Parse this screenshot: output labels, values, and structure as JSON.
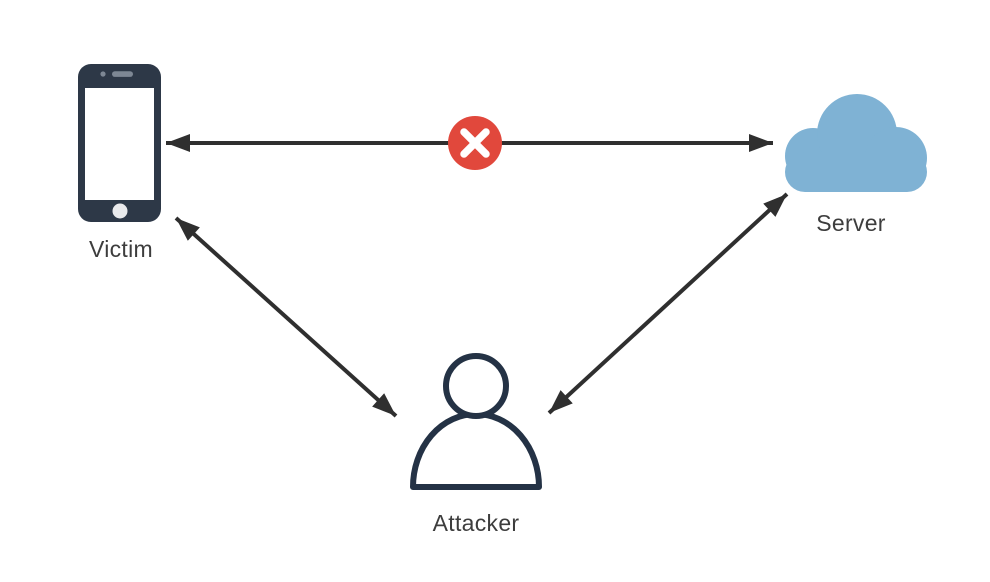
{
  "diagram": {
    "type": "man-in-the-middle-attack",
    "nodes": [
      {
        "id": "victim",
        "label": "Victim",
        "icon": "smartphone-icon"
      },
      {
        "id": "server",
        "label": "Server",
        "icon": "cloud-icon"
      },
      {
        "id": "attacker",
        "label": "Attacker",
        "icon": "person-icon"
      }
    ],
    "edges": [
      {
        "from": "Victim",
        "to": "Server",
        "style": "double-arrow",
        "status": "blocked",
        "badge": "x-mark-badge"
      },
      {
        "from": "Victim",
        "to": "Attacker",
        "style": "double-arrow",
        "status": "active"
      },
      {
        "from": "Attacker",
        "to": "Server",
        "style": "double-arrow",
        "status": "active"
      }
    ]
  },
  "colors": {
    "background": "#ffffff",
    "arrow": "#2f2f2f",
    "blocked_badge_red": "#e1483c",
    "badge_x_white": "#ffffff",
    "device_navy": "#2d3847",
    "device_detail_grey": "#7d8794",
    "screen_white": "#ffffff",
    "home_button_grey": "#e9eaec",
    "cloud_blue": "#7fb2d4",
    "person_outline_navy": "#243245",
    "person_fill": "#ffffff",
    "label_text": "#3d3d3d"
  }
}
